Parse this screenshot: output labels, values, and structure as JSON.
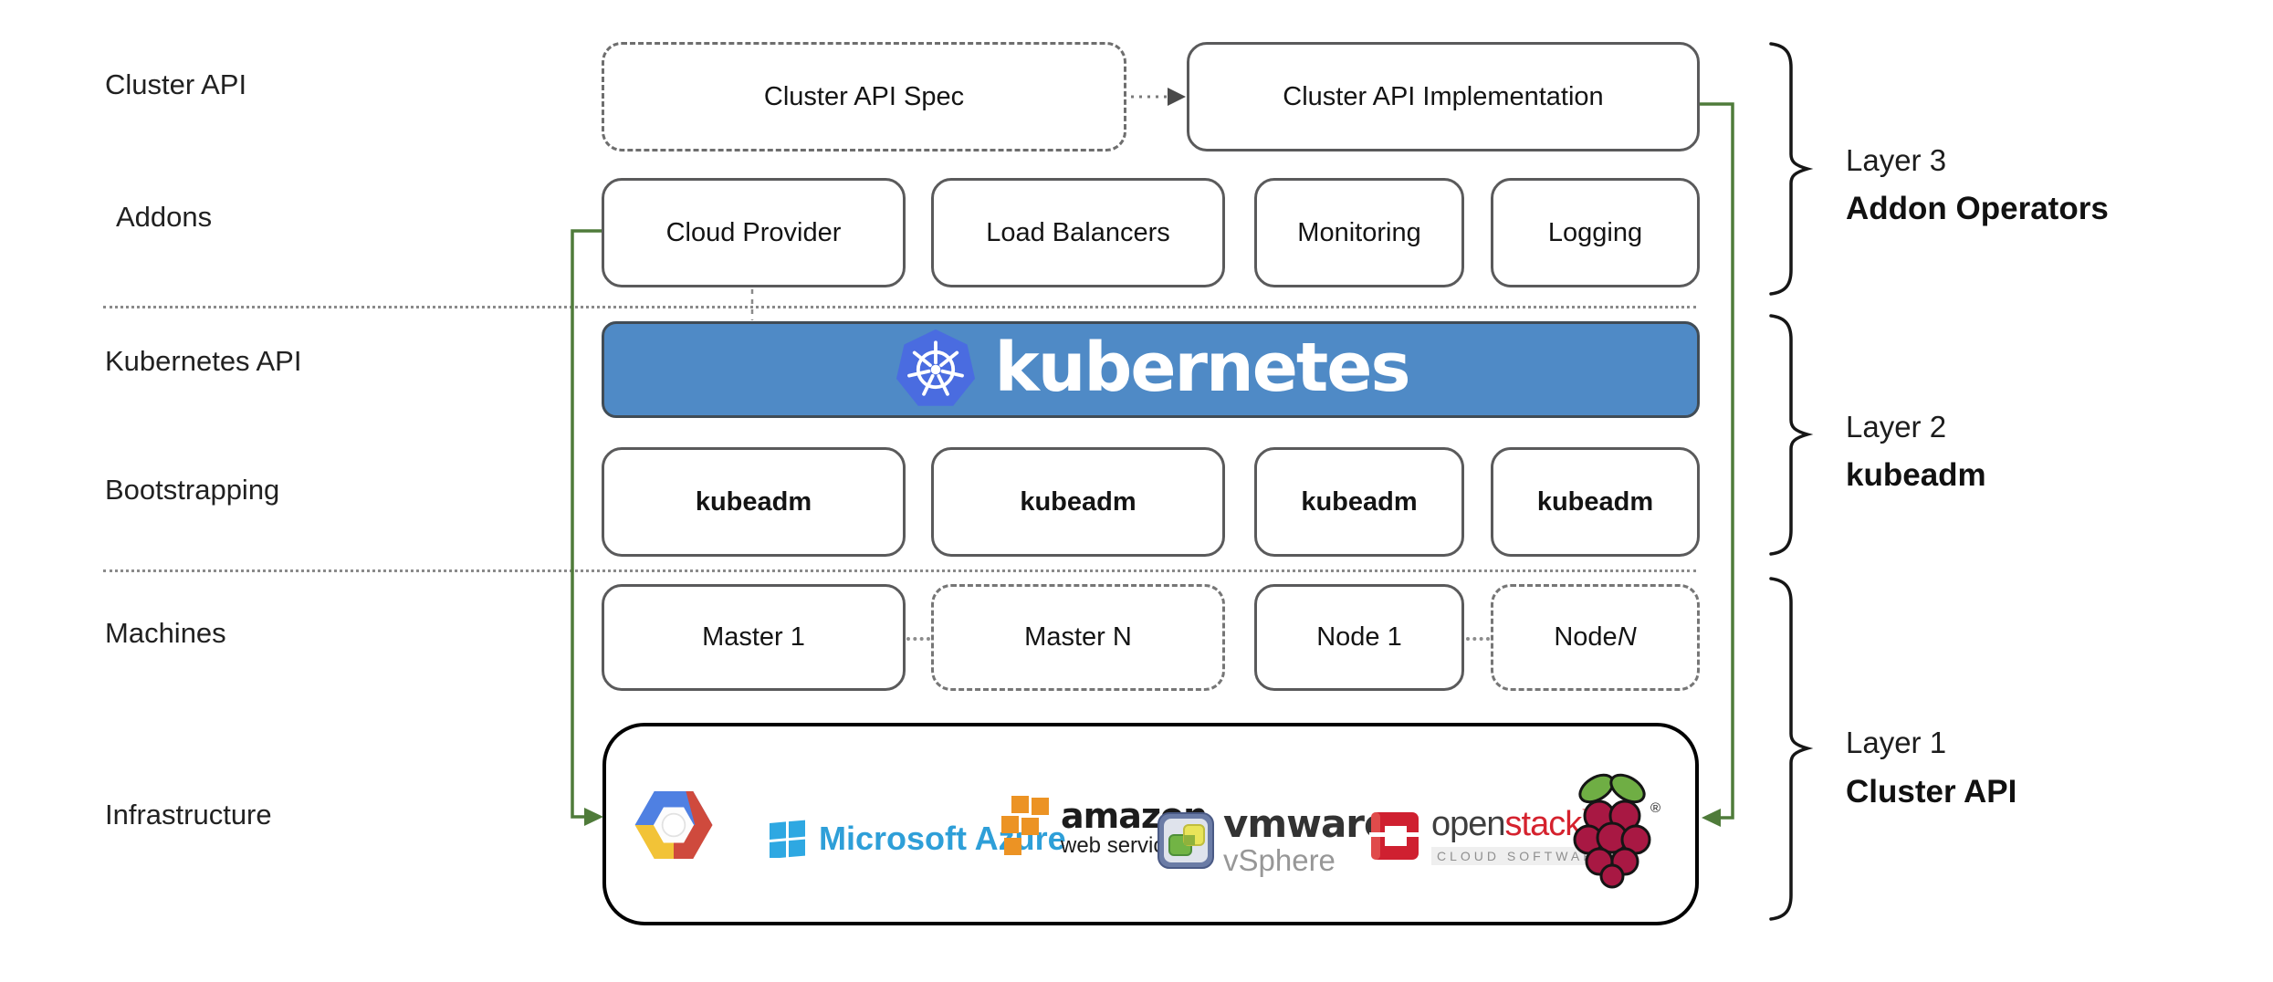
{
  "row_labels": {
    "cluster_api": "Cluster API",
    "addons": "Addons",
    "kubernetes_api": "Kubernetes API",
    "bootstrapping": "Bootstrapping",
    "machines": "Machines",
    "infrastructure": "Infrastructure"
  },
  "top_row": {
    "spec": "Cluster API Spec",
    "implementation": "Cluster API Implementation"
  },
  "addons_row": {
    "items": [
      {
        "label": "Cloud Provider"
      },
      {
        "label": "Load Balancers"
      },
      {
        "label": "Monitoring"
      },
      {
        "label": "Logging"
      }
    ]
  },
  "banner": {
    "label": "kubernetes"
  },
  "bootstrapping_row": {
    "items": [
      {
        "label": "kubeadm"
      },
      {
        "label": "kubeadm"
      },
      {
        "label": "kubeadm"
      },
      {
        "label": "kubeadm"
      }
    ]
  },
  "machines_row": {
    "items": [
      {
        "label": "Master 1",
        "border": "solid"
      },
      {
        "label": "Master N",
        "border": "dashed"
      },
      {
        "label": "Node 1",
        "border": "solid"
      },
      {
        "label_prefix": "Node ",
        "label_n": "N",
        "border": "dashed"
      }
    ]
  },
  "layers": [
    {
      "line1": "Layer 3",
      "line2": "Addon Operators"
    },
    {
      "line1": "Layer 2",
      "line2": "kubeadm"
    },
    {
      "line1": "Layer 1",
      "line2": "Cluster API"
    }
  ],
  "infrastructure_logos": {
    "gcp": {
      "icon": "google-cloud-icon"
    },
    "azure": {
      "icon": "azure-window-icon",
      "text": "Microsoft Azure"
    },
    "aws": {
      "icon": "aws-boxes-icon",
      "line1": "amazon",
      "line2": "web services"
    },
    "vmware": {
      "icon": "vmware-icon",
      "line1": "vmware",
      "reg": "®",
      "line2": "vSphere"
    },
    "openstack": {
      "icon": "openstack-icon",
      "part1": "open",
      "part2": "stack",
      "tm": "™",
      "subtitle": "CLOUD SOFTWARE"
    },
    "raspberry_pi": {
      "icon": "raspberry-pi-icon",
      "reg": "®"
    }
  },
  "colors": {
    "accent_green": "#4f7b3a",
    "banner_blue": "#4f8ac6",
    "k8s_logo_blue": "#4a6ce0",
    "azure_blue": "#2e9fd8",
    "aws_orange": "#ec9324",
    "vmware_green": "#72b445",
    "openstack_red": "#d5222e",
    "raspberry_red": "#a81843",
    "leaf_green": "#6fae44"
  }
}
